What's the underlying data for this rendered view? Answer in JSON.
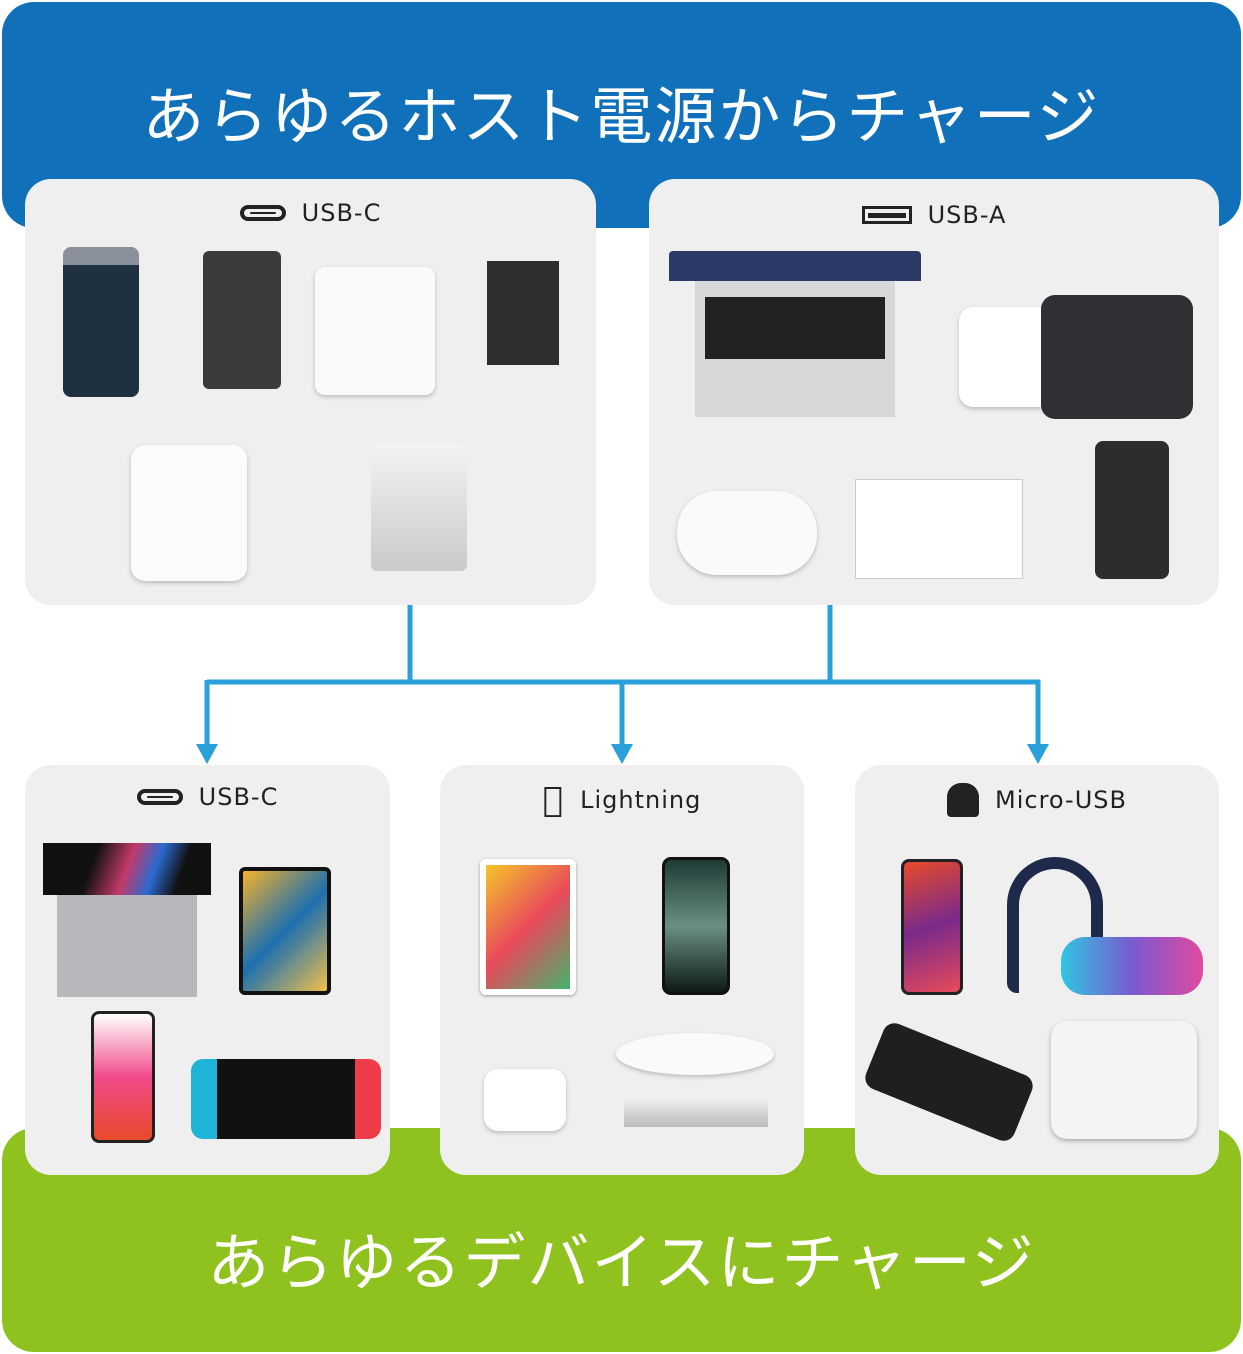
{
  "header": {
    "title": "あらゆるホスト電源からチャージ"
  },
  "footer": {
    "title": "あらゆるデバイスにチャージ"
  },
  "sources": [
    {
      "label": "USB-C",
      "icon": "usb-c-icon"
    },
    {
      "label": "USB-A",
      "icon": "usb-a-icon"
    }
  ],
  "targets": [
    {
      "label": "USB-C",
      "icon": "usb-c-icon"
    },
    {
      "label": "Lightning",
      "icon": "apple-icon"
    },
    {
      "label": "Micro-USB",
      "icon": "android-icon"
    }
  ],
  "colors": {
    "header": "#1170ba",
    "footer": "#8fc21f",
    "card": "#efefef",
    "connector": "#29a0da"
  }
}
